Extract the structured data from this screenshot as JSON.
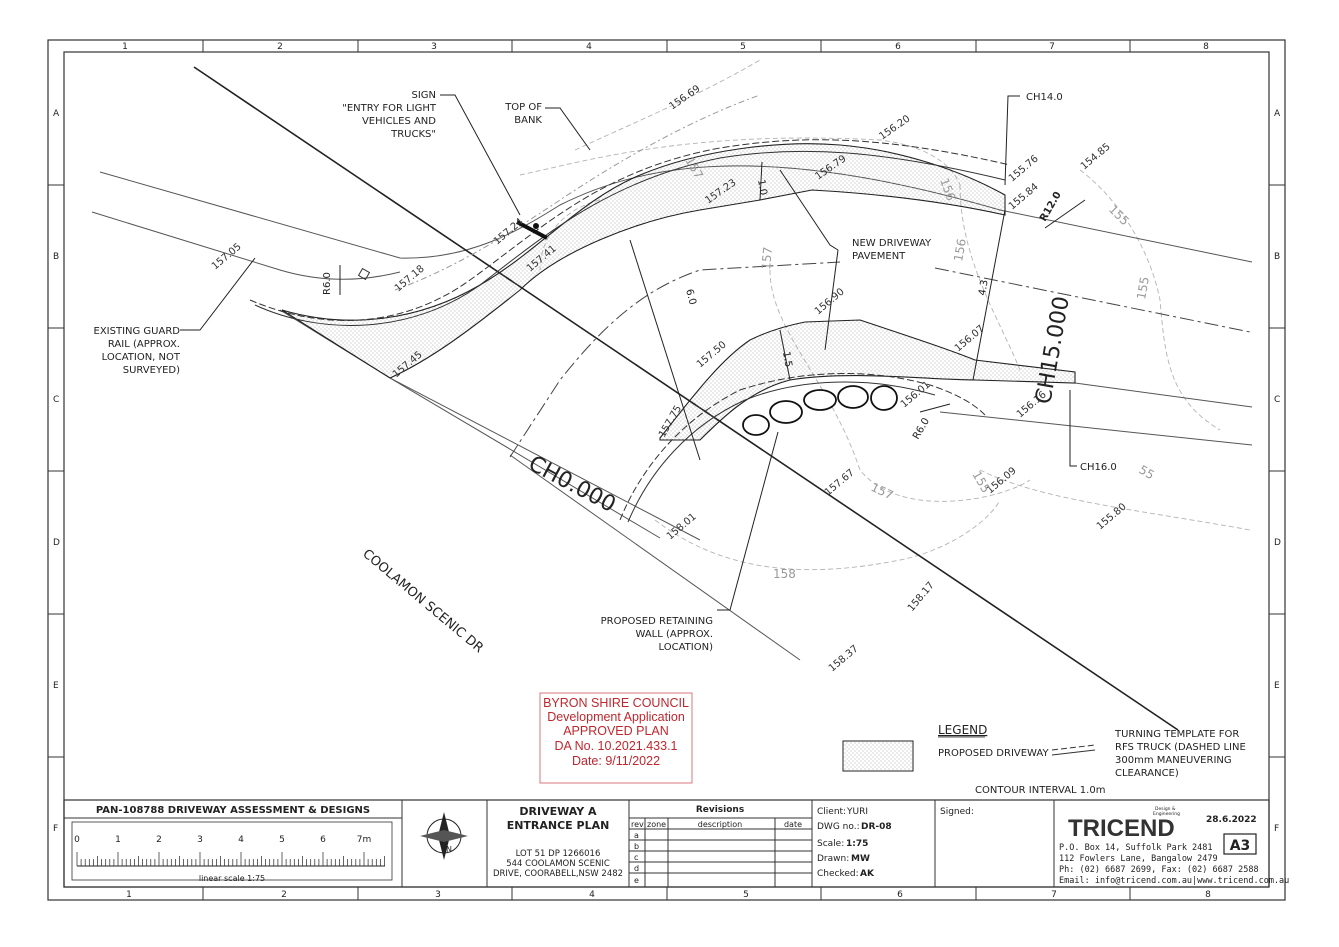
{
  "grid": {
    "columns": [
      "1",
      "2",
      "3",
      "4",
      "5",
      "6",
      "7",
      "8"
    ],
    "rows": [
      "A",
      "B",
      "C",
      "D",
      "E",
      "F"
    ]
  },
  "plan": {
    "annotations": {
      "sign_line1": "SIGN",
      "sign_line2": "\"ENTRY FOR LIGHT",
      "sign_line3": "VEHICLES AND",
      "sign_line4": "TRUCKS\"",
      "top_bank_line1": "TOP OF",
      "top_bank_line2": "BANK",
      "new_drive_line1": "NEW DRIVEWAY",
      "new_drive_line2": "PAVEMENT",
      "guard_line1": "EXISTING GUARD",
      "guard_line2": "RAIL (APPROX.",
      "guard_line3": "LOCATION, NOT",
      "guard_line4": "SURVEYED)",
      "wall_line1": "PROPOSED RETAINING",
      "wall_line2": "WALL (APPROX.",
      "wall_line3": "LOCATION)",
      "ch14": "CH14.0",
      "ch16": "CH16.0",
      "ch0": "CH0.000",
      "ch15": "CH15.000",
      "road": "COOLAMON   SCENIC   DR",
      "r6a": "R6.0",
      "r6b": "R6.0",
      "r12": "R12.0",
      "dim_10": "1.0",
      "dim_60": "6.0",
      "dim_15": "1.5",
      "dim_43": "4.3"
    },
    "levels": {
      "l15669": "156.69",
      "l15620": "156.20",
      "l15485": "154.85",
      "l15576": "155.76",
      "l15584": "155.84",
      "l15679": "156.79",
      "l15723": "157.23",
      "l15724": "157.24",
      "l15741": "157.41",
      "l15705": "157.05",
      "l15718": "157.18",
      "l15745": "157.45",
      "l15690": "156.90",
      "l15607": "156.07",
      "l15601": "156.01",
      "l15616": "156.16",
      "l15750": "157.50",
      "l15775": "157.75",
      "l15767": "157.67",
      "l15609": "156.09",
      "l15580": "155.80",
      "l15801": "158.01",
      "l15817": "158.17",
      "l15837": "158.37"
    },
    "contours": {
      "c156a": "156",
      "c155a": "155",
      "c156b": "156",
      "c155b": "155",
      "c157a": "157",
      "c157b": "157",
      "c158": "158",
      "c157c": "157",
      "c155c": "155",
      "c55": "55"
    }
  },
  "stamp": {
    "line1": "BYRON SHIRE COUNCIL",
    "line2": "Development Application",
    "line3": "APPROVED PLAN",
    "line4": "DA No. 10.2021.433.1",
    "line5": "Date: 9/11/2022"
  },
  "legend": {
    "title": "LEGEND",
    "driveway": "PROPOSED DRIVEWAY",
    "turning_line1": "TURNING TEMPLATE FOR",
    "turning_line2": "RFS TRUCK (DASHED LINE",
    "turning_line3": "300mm MANEUVERING",
    "turning_line4": "CLEARANCE)",
    "contour": "CONTOUR INTERVAL 1.0m"
  },
  "title_block": {
    "project": "PAN-108788 DRIVEWAY ASSESSMENT & DESIGNS",
    "scale_ticks": [
      "0",
      "1",
      "2",
      "3",
      "4",
      "5",
      "6",
      "7m"
    ],
    "linear_scale": "linear scale 1:75",
    "drawing_title_line1": "DRIVEWAY A",
    "drawing_title_line2": "ENTRANCE PLAN",
    "lot_line1": "LOT 51 DP 1266016",
    "lot_line2": "544 COOLAMON SCENIC",
    "lot_line3": "DRIVE, COORABELL,NSW 2482",
    "revisions_title": "Revisions",
    "rev_headers": [
      "rev",
      "zone",
      "description",
      "date"
    ],
    "rev_rows": [
      "a",
      "b",
      "c",
      "d",
      "e"
    ],
    "client_label": "Client:",
    "client_value": "YURI",
    "dwg_label": "DWG no.:",
    "dwg_value": "DR-08",
    "scale_label": "Scale:",
    "scale_value": "1:75",
    "drawn_label": "Drawn:",
    "drawn_value": "MW",
    "checked_label": "Checked:",
    "checked_value": "AK",
    "signed_label": "Signed:",
    "company": "TRICEND",
    "company_tag1": "Design &",
    "company_tag2": "Engineering",
    "date": "28.6.2022",
    "sheet": "A3",
    "address1": "P.O. Box 14, Suffolk Park 2481",
    "address2": "112 Fowlers Lane, Bangalow 2479",
    "phone": "Ph: (02) 6687 2699, Fax: (02) 6687 2588",
    "email": "Email: info@tricend.com.au|www.tricend.com.au"
  },
  "colors": {
    "stamp": "#c0272d",
    "line": "#222222",
    "contour": "#9a9a9a"
  }
}
